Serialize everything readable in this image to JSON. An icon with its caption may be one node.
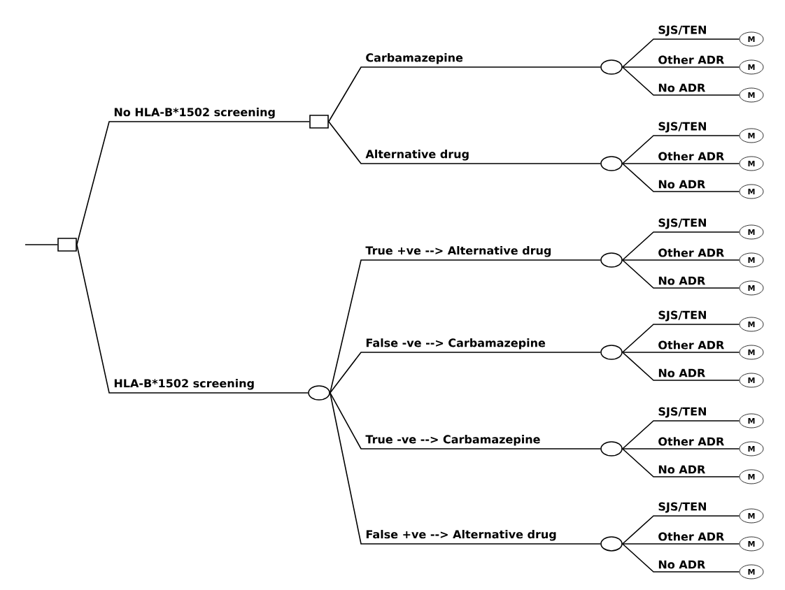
{
  "diagram": {
    "nodes": [
      {
        "text": [],
        "shape": "box"
      },
      {
        "text": [],
        "shape": "box"
      },
      {
        "text": [],
        "shape": "circle"
      },
      {
        "text": [],
        "shape": "circle"
      },
      {
        "text": [],
        "shape": "circle"
      },
      {
        "text": [],
        "shape": "circle"
      },
      {
        "text": [],
        "shape": "circle"
      },
      {
        "text": [],
        "shape": "circle"
      },
      {
        "text": [],
        "shape": "circle"
      },
      {
        "text": [
          "M"
        ]
      },
      {
        "text": [
          "M"
        ]
      },
      {
        "text": [
          "M"
        ]
      },
      {
        "text": [
          "M"
        ]
      },
      {
        "text": [
          "M"
        ]
      },
      {
        "text": [
          "M"
        ]
      },
      {
        "text": [
          "M"
        ]
      },
      {
        "text": [
          "M"
        ]
      },
      {
        "text": [
          "M"
        ]
      },
      {
        "text": [
          "M"
        ]
      },
      {
        "text": [
          "M"
        ]
      },
      {
        "text": [
          "M"
        ]
      },
      {
        "text": [
          "M"
        ]
      },
      {
        "text": [
          "M"
        ]
      },
      {
        "text": [
          "M"
        ]
      },
      {
        "text": [
          "M"
        ]
      },
      {
        "text": [
          "M"
        ]
      },
      {
        "text": [
          "M"
        ]
      }
    ],
    "edges": [
      {
        "from": null,
        "to": 0,
        "arrow": "none"
      },
      {
        "from": 0,
        "to": 1,
        "arrow": "none",
        "label": "No HLA-B*1502 screening"
      },
      {
        "from": 0,
        "to": 4,
        "arrow": "none",
        "label": "HLA-B*1502 screening"
      },
      {
        "from": 1,
        "to": 2,
        "arrow": "none",
        "label": "Carbamazepine"
      },
      {
        "from": 1,
        "to": 3,
        "arrow": "none",
        "label": "Alternative drug"
      },
      {
        "from": 4,
        "to": 5,
        "arrow": "none",
        "label": "True +ve --> Alternative drug"
      },
      {
        "from": 4,
        "to": 6,
        "arrow": "none",
        "label": "False -ve --> Carbamazepine"
      },
      {
        "from": 4,
        "to": 7,
        "arrow": "none",
        "label": "True -ve --> Carbamazepine"
      },
      {
        "from": 4,
        "to": 8,
        "arrow": "none",
        "label": "False +ve --> Alternative drug"
      },
      {
        "from": 2,
        "to": 9,
        "arrow": "none",
        "label": "SJS/TEN"
      },
      {
        "from": 2,
        "to": 10,
        "arrow": "none",
        "label": "Other ADR"
      },
      {
        "from": 2,
        "to": 11,
        "arrow": "none",
        "label": "No ADR"
      },
      {
        "from": 3,
        "to": 12,
        "arrow": "none",
        "label": "SJS/TEN"
      },
      {
        "from": 3,
        "to": 13,
        "arrow": "none",
        "label": "Other ADR"
      },
      {
        "from": 3,
        "to": 14,
        "arrow": "none",
        "label": "No ADR"
      },
      {
        "from": 5,
        "to": 15,
        "arrow": "none",
        "label": "SJS/TEN"
      },
      {
        "from": 5,
        "to": 16,
        "arrow": "none",
        "label": "Other ADR"
      },
      {
        "from": 5,
        "to": 17,
        "arrow": "none",
        "label": "No ADR"
      },
      {
        "from": 6,
        "to": 18,
        "arrow": "none",
        "label": "SJS/TEN"
      },
      {
        "from": 6,
        "to": 19,
        "arrow": "none",
        "label": "Other ADR"
      },
      {
        "from": 6,
        "to": 20,
        "arrow": "none",
        "label": "No ADR"
      },
      {
        "from": 7,
        "to": 21,
        "arrow": "none",
        "label": "SJS/TEN"
      },
      {
        "from": 7,
        "to": 22,
        "arrow": "none",
        "label": "Other ADR"
      },
      {
        "from": 7,
        "to": 23,
        "arrow": "none",
        "label": "No ADR"
      },
      {
        "from": 8,
        "to": 24,
        "arrow": "none",
        "label": "SJS/TEN"
      },
      {
        "from": 8,
        "to": 25,
        "arrow": "none",
        "label": "Other ADR"
      },
      {
        "from": 8,
        "to": 26,
        "arrow": "none",
        "label": "No ADR"
      }
    ]
  }
}
